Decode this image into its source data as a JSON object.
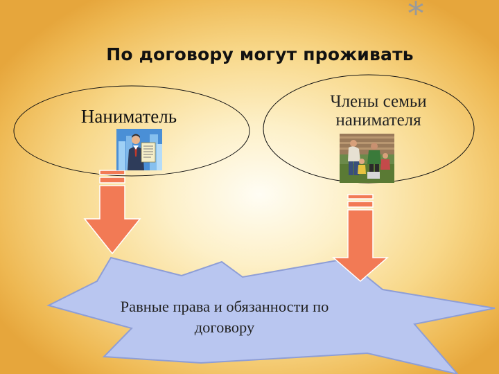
{
  "slide": {
    "corner_mark": "*",
    "title": "По договору могут проживать",
    "left_node": {
      "label": "Наниматель",
      "image_icon": "businessman-reading-newspaper"
    },
    "right_node": {
      "label_line1": "Члены семьи",
      "label_line2": "нанимателя",
      "image_icon": "family-photo"
    },
    "result": {
      "line1": "Равные права и обязанности по",
      "line2": "договору"
    }
  },
  "colors": {
    "arrow": "#f27a55",
    "arrow_outline": "#ffffff",
    "burst_fill": "#b9c6f0",
    "burst_stroke": "#8e9ed6",
    "ellipse_stroke": "#111111"
  }
}
